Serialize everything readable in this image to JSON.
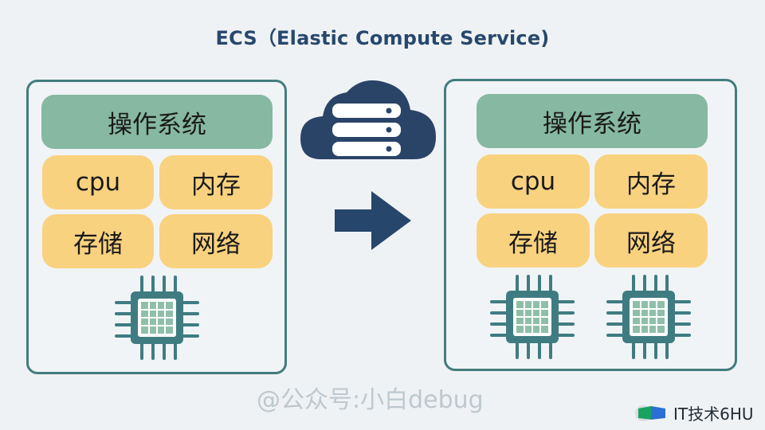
{
  "title": "ECS（Elastic Compute Service)",
  "left_server": {
    "os": "操作系统",
    "cpu": "cpu",
    "memory": "内存",
    "storage": "存储",
    "network": "网络"
  },
  "right_server": {
    "os": "操作系统",
    "cpu": "cpu",
    "memory": "内存",
    "storage": "存储",
    "network": "网络"
  },
  "watermark": "@公众号:小白debug",
  "badge": "IT技术6HU",
  "colors": {
    "background": "#eff2f4",
    "server_border": "#437c7d",
    "os_bar": "#86b8a2",
    "resource_block": "#f9d27f",
    "cloud": "#2a4468",
    "arrow": "#26466b",
    "chip": "#3f7c82"
  },
  "icons": [
    "cloud-server-icon",
    "arrow-right-icon",
    "cpu-chip-icon",
    "it-logo-icon"
  ]
}
